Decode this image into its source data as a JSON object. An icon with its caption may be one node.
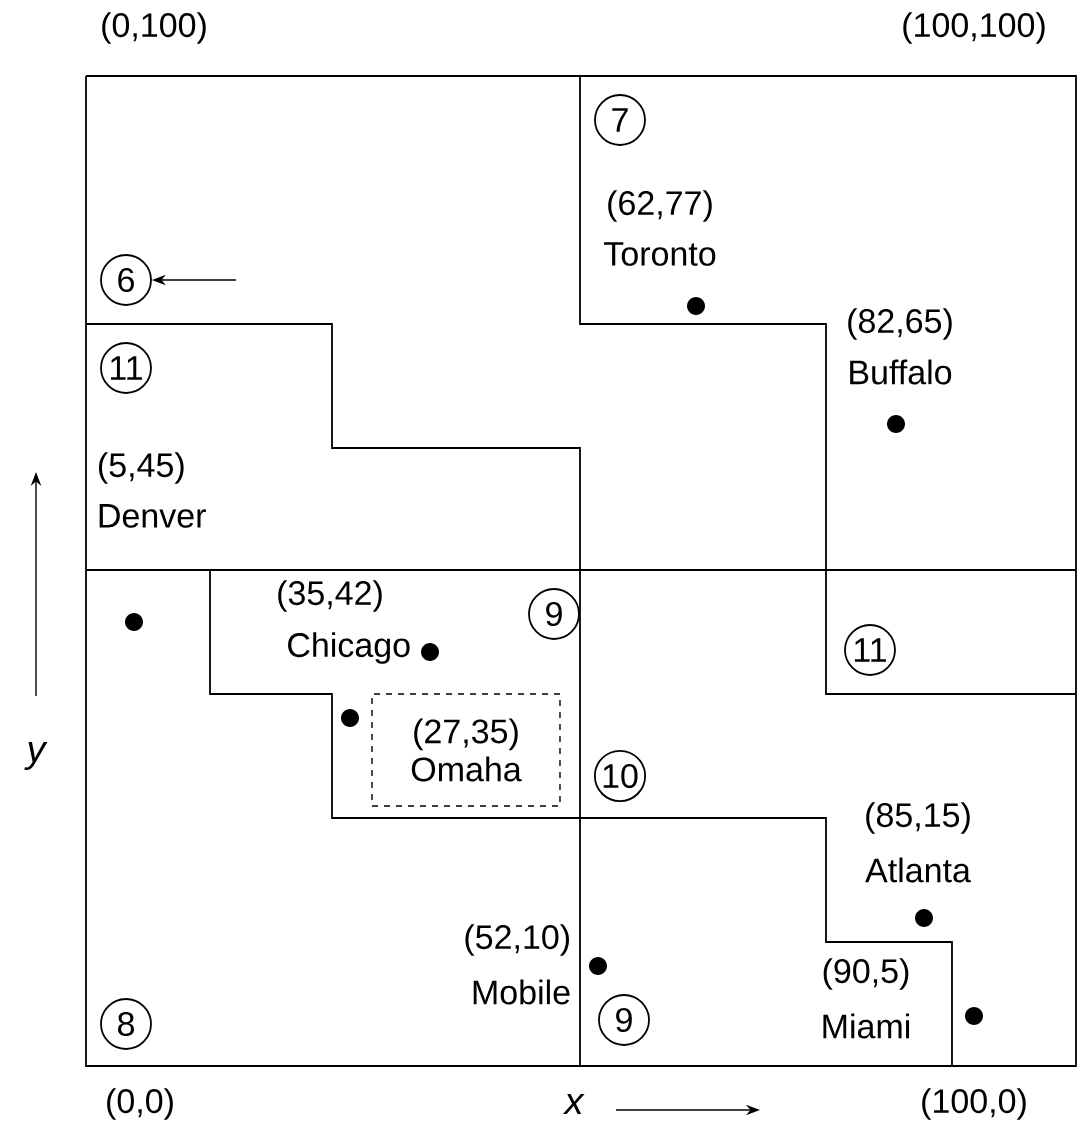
{
  "diagram": {
    "nodes": [
      {
        "text": [
          "7"
        ]
      },
      {
        "text": [
          "6"
        ]
      },
      {
        "text": [
          "11"
        ]
      },
      {
        "text": [
          "9"
        ]
      },
      {
        "text": [
          "11"
        ]
      },
      {
        "text": [
          "(27,35)",
          "Omaha"
        ]
      },
      {
        "text": [
          "10"
        ]
      },
      {
        "text": [
          "8"
        ]
      },
      {
        "text": [
          "9"
        ]
      }
    ],
    "edges": [
      {
        "from": null,
        "to": 1,
        "arrow": "to"
      }
    ],
    "labels": [
      "(0,100)",
      "(100,100)",
      "(62,77)",
      "Toronto",
      "(82,65)",
      "Buffalo",
      "(5,45)",
      "Denver",
      "(35,42)",
      "Chicago",
      "y",
      "(52,10)",
      "Mobile",
      "(85,15)",
      "Atlanta",
      "(90,5)",
      "Miami",
      "(0,0)",
      "x",
      "(100,0)"
    ]
  }
}
